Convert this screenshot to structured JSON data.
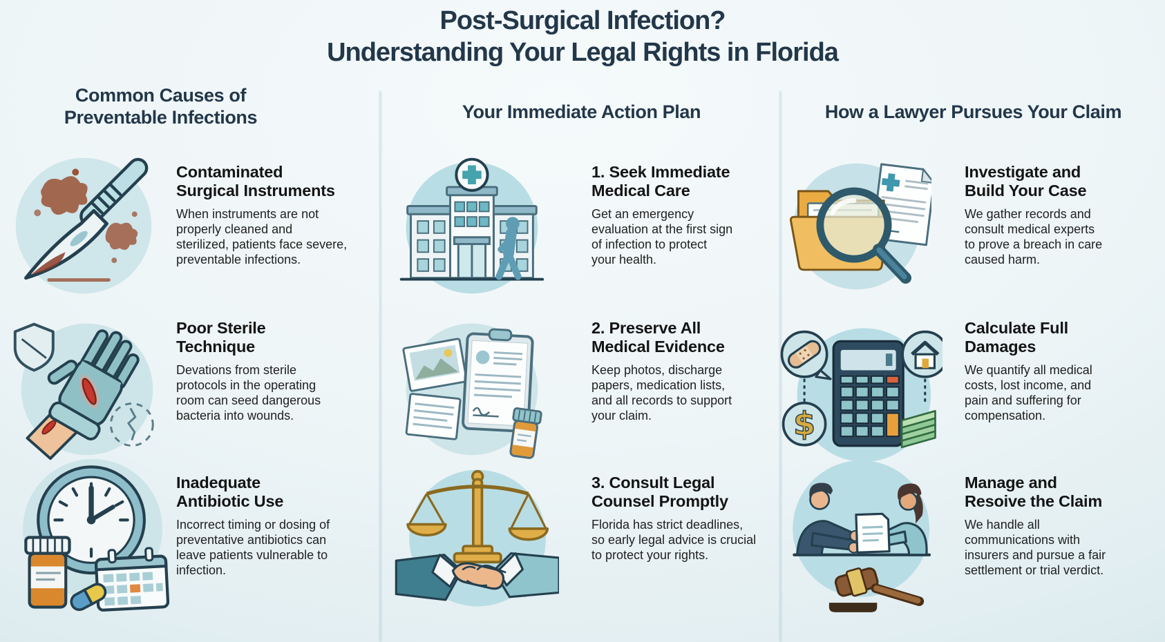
{
  "page": {
    "background": "#e9f3f5",
    "heading_color": "#23374a",
    "icon_circle_color": "#cde5e9"
  },
  "title": {
    "line1": "Post-Surgical Infection?",
    "line2": "Understanding Your Legal Rights in Florida"
  },
  "columns": [
    {
      "header": "Common Causes of\nPreventable Infections",
      "items": [
        {
          "icon": "bloody-scalpel-icon",
          "title": "Contaminated\nSurgical Instruments",
          "description": "When instruments are not\nproperly cleaned and\nsterilized, patients face severe,\npreventable infections."
        },
        {
          "icon": "surgical-glove-wound-icon",
          "title": "Poor Sterile\nTechnique",
          "description": "Devations from sterile\nprotocols in the operating\nroom can seed dangerous\nbacteria into wounds."
        },
        {
          "icon": "clock-antibiotics-calendar-icon",
          "title": "Inadequate\nAntibiotic Use",
          "description": "Incorrect timing or dosing of\npreventative antibiotics can\nleave patients vulnerable to\ninfection."
        }
      ]
    },
    {
      "header": "Your Immediate Action Plan",
      "items": [
        {
          "icon": "hospital-icon",
          "title": "1. Seek Immediate\nMedical Care",
          "description": "Get an emergency\nevaluation at the first sign\nof infection to protect\nyour health."
        },
        {
          "icon": "medical-records-icon",
          "title": "2. Preserve All\nMedical Evidence",
          "description": "Keep photos, discharge\npapers, medication lists,\nand all records to support\nyour claim."
        },
        {
          "icon": "scales-handshake-icon",
          "title": "3. Consult Legal\nCounsel Promptly",
          "description": "Florida has strict deadlines,\nso early legal advice is crucial\nto protect your rights."
        }
      ]
    },
    {
      "header": "How a Lawyer Pursues Your Claim",
      "items": [
        {
          "icon": "case-file-magnifier-icon",
          "title": "Investigate and\nBuild Your Case",
          "description": "We gather records and\nconsult medical experts\nto prove a breach in care\ncaused harm."
        },
        {
          "icon": "damages-calculator-icon",
          "title": "Calculate Full\nDamages",
          "description": "We quantify all medical\ncosts, lost income, and\npain and suffering for\ncompensation."
        },
        {
          "icon": "settlement-gavel-icon",
          "title": "Manage and\nResoive the Claim",
          "description": "We handle all\ncommunications with\ninsurers and pursue a fair\nsettlement or trial verdict."
        }
      ]
    }
  ]
}
